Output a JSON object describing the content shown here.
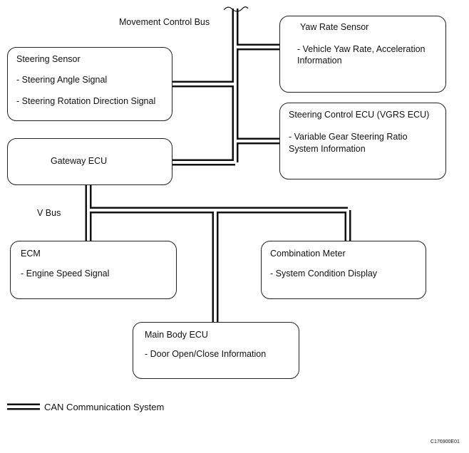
{
  "buses": {
    "movement_control_bus": "Movement Control Bus",
    "v_bus": "V Bus"
  },
  "nodes": {
    "steering_sensor": {
      "title": "Steering Sensor",
      "signals": [
        "- Steering Angle Signal",
        "- Steering Rotation Direction Signal"
      ]
    },
    "yaw_rate_sensor": {
      "title": "Yaw Rate Sensor",
      "signals": [
        "- Vehicle Yaw Rate, Acceleration",
        "Information"
      ]
    },
    "steering_control_ecu": {
      "title": "Steering Control ECU (VGRS ECU)",
      "signals": [
        "- Variable Gear Steering Ratio",
        "System Information"
      ]
    },
    "gateway_ecu": {
      "title": "Gateway ECU"
    },
    "ecm": {
      "title": "ECM",
      "signals": [
        "- Engine Speed Signal"
      ]
    },
    "combination_meter": {
      "title": "Combination Meter",
      "signals": [
        "- System Condition Display"
      ]
    },
    "main_body_ecu": {
      "title": "Main Body ECU",
      "signals": [
        "- Door Open/Close Information"
      ]
    }
  },
  "legend": {
    "label": "CAN Communication System"
  },
  "figure_code": "C176900E01",
  "colors": {
    "line": "#111111",
    "box_border": "#222222",
    "background": "#ffffff"
  }
}
